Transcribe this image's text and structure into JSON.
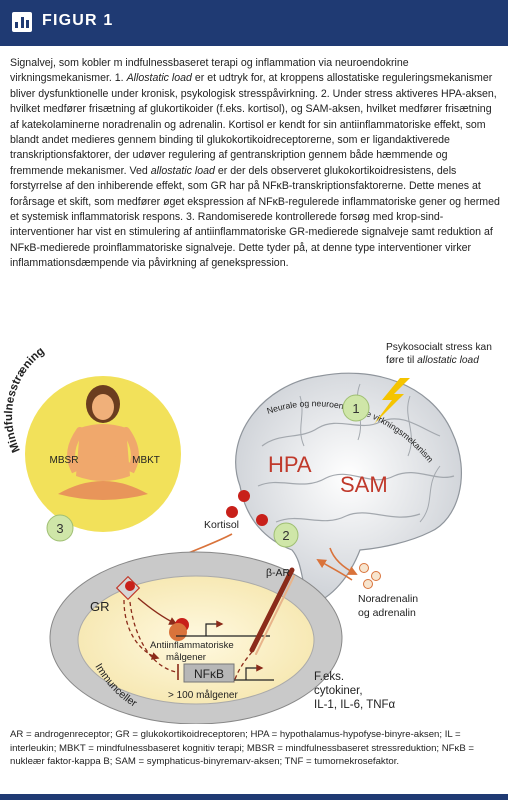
{
  "header": {
    "figure_label": "FIGUR 1"
  },
  "caption": {
    "p1": "Signalvej, som kobler m indfulnessbaseret terapi og inflammation via neuroendokrine virkningsmekanismer. 1. ",
    "i1": "Allostatic load",
    "p2": " er et udtryk for, at kroppens allostatiske reguleringsmekanismer bliver dysfunktionelle under kronisk, psykologisk stresspåvirkning. 2. Under stress aktiveres HPA-aksen, hvilket medfører frisætning af glukortikoider (f.eks. kortisol), og SAM-aksen, hvilket medfører frisætning af katekolaminerne noradrenalin og adrenalin. Kortisol er kendt for sin antiinflammatoriske effekt, som blandt andet medieres gennem binding til glukokortikoidreceptorerne, som er ligandaktiverede transkriptionsfaktorer, der udøver regulering af gentranskription gennem både hæmmende og fremmende mekanismer. Ved ",
    "i2": "allostatic load",
    "p3": " er der dels observeret glukokortikoidresistens, dels forstyrrelse af den inhiberende effekt, som GR har på NFκB-transkriptionsfaktorerne. Dette menes at forårsage et skift, som medfører øget ekspression af NFκB-regulerede inflammatoriske gener og hermed et systemisk inflammatorisk respons. 3. Randomiserede kontrollerede forsøg med krop-sind-interventioner har vist en stimulering af antiinflammatoriske GR-medierede signalveje samt reduktion af NFκB-medierede proinflammatoriske signalveje. Dette tyder på, at denne type interventioner virker inflammationsdæmpende via påvirkning af genekspression."
  },
  "figure": {
    "mindfulness_label": "Mindfulnesstræning",
    "mbsr": "MBSR",
    "mbkt": "MBKT",
    "num1": "1",
    "num2": "2",
    "num3": "3",
    "stress_line1": "Psykosocialt stress kan",
    "stress_line2_prefix": "føre til ",
    "stress_line2_italic": "allostatic load",
    "brain_label": "Neurale og neuroendokrine virkningsmekanismer",
    "hpa": "HPA",
    "sam": "SAM",
    "kortisol": "Kortisol",
    "beta_ar": "β-AR",
    "noradrenalin_line1": "Noradrenalin",
    "noradrenalin_line2": "og adrenalin",
    "gr": "GR",
    "anti_line1": "Antiinflammatoriske",
    "anti_line2": "målgener",
    "nfkb": "NFκB",
    "over100": "> 100 målgener",
    "cytokines_line1": "F.eks.",
    "cytokines_line2": "cytokiner,",
    "cytokines_line3": "IL-1, IL-6, TNFα",
    "immune_label": "Immunceller",
    "colors": {
      "navy": "#1f3a73",
      "hpa_red": "#c0392b",
      "arrow_orange": "#d9733b",
      "green_circle": "#cfe6a8",
      "mindful_yellow": "#f2e15a"
    }
  },
  "legend": {
    "text": "AR = androgenreceptor; GR = glukokortikoidreceptoren; HPA = hypothalamus-hypofyse-binyre-aksen; IL = interleukin; MBKT = mindfulnessbaseret kognitiv terapi; MBSR = mindfulnessbaseret stressreduktion; NFκB = nukleær faktor-kappa B; SAM = symphaticus-binyremarv-aksen; TNF = tumornekrosefaktor."
  }
}
